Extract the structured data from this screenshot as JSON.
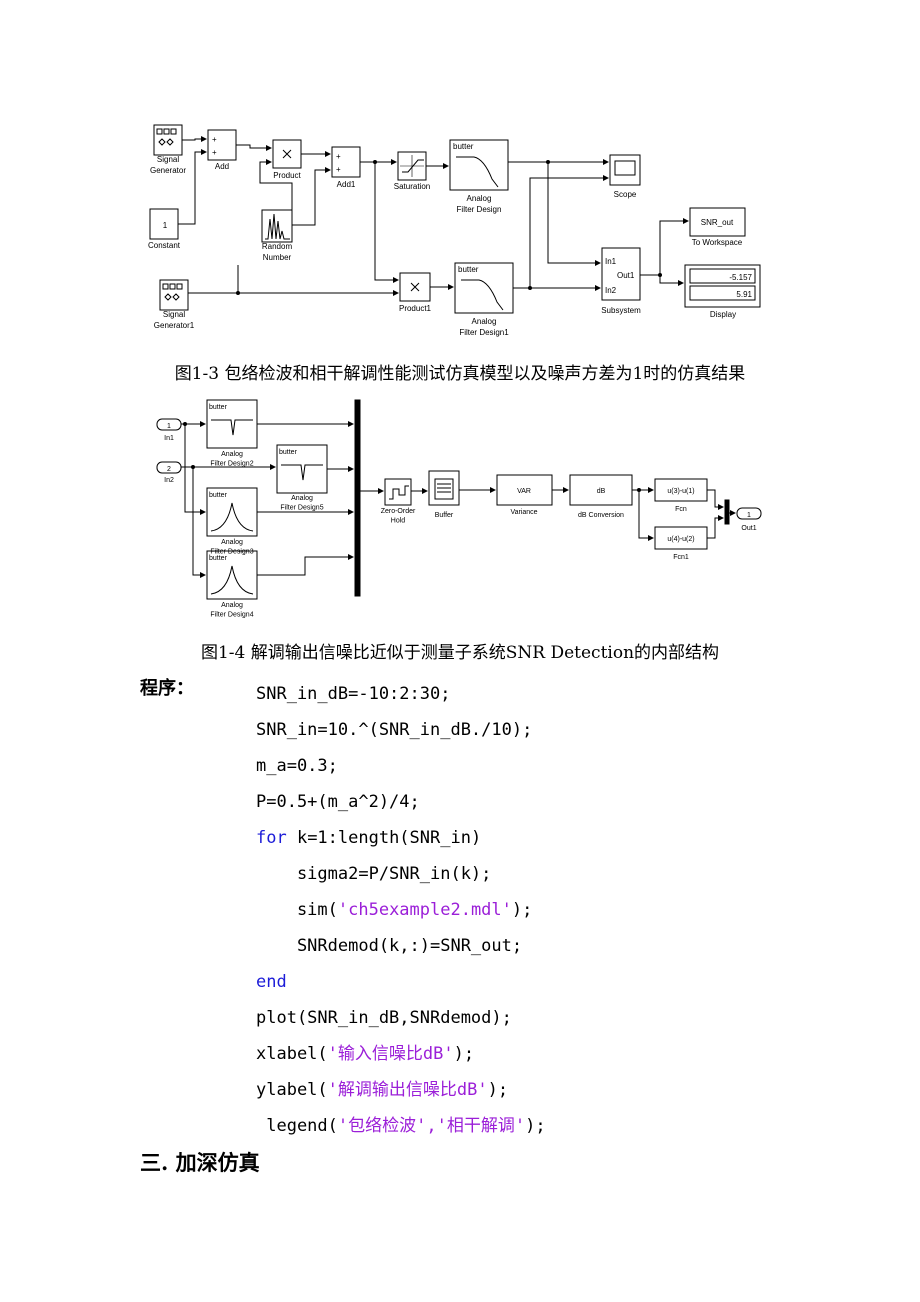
{
  "figure1": {
    "blocks": {
      "signal_generator": "Signal\nGenerator",
      "constant": "Constant",
      "constant_value": "1",
      "signal_generator1": "Signal\nGenerator1",
      "add": "Add",
      "product": "Product",
      "random_number": "Random\nNumber",
      "add1": "Add1",
      "saturation": "Saturation",
      "filter1_header": "butter",
      "filter1": "Analog\nFilter Design",
      "scope": "Scope",
      "to_workspace_value": "SNR_out",
      "to_workspace": "To Workspace",
      "product1": "Product1",
      "filter2_header": "butter",
      "filter2": "Analog\nFilter Design1",
      "subsystem": "Subsystem",
      "subsystem_in1": "In1",
      "subsystem_in2": "In2",
      "subsystem_out1": "Out1",
      "display": "Display",
      "display_value1": "-5.157",
      "display_value2": "5.91"
    }
  },
  "caption1": "图1-3 包络检波和相干解调性能测试仿真模型以及噪声方差为1时的仿真结果",
  "figure2": {
    "blocks": {
      "in1_num": "1",
      "in1": "In1",
      "in2_num": "2",
      "in2": "In2",
      "filter2_header": "butter",
      "filter2": "Analog\nFilter Design2",
      "filter5_header": "butter",
      "filter5": "Analog\nFilter Design5",
      "filter3_header": "butter",
      "filter3": "Analog\nFilter Design3",
      "filter4_header": "butter",
      "filter4": "Analog\nFilter Design4",
      "zoh": "Zero-Order\nHold",
      "buffer": "Buffer",
      "variance_value": "VAR",
      "variance": "Variance",
      "db_value": "dB",
      "db_conversion": "dB Conversion",
      "fcn_value": "u(3)-u(1)",
      "fcn": "Fcn",
      "fcn1_value": "u(4)-u(2)",
      "fcn1": "Fcn1",
      "out1_num": "1",
      "out1": "Out1"
    }
  },
  "caption2": "图1-4 解调输出信噪比近似于测量子系统SNR Detection的内部结构",
  "code_label": "程序：",
  "code_lines": [
    [
      {
        "t": "SNR_in_dB=-10:2:30;",
        "c": "plain"
      }
    ],
    [
      {
        "t": "SNR_in=10.^(SNR_in_dB./10);",
        "c": "plain"
      }
    ],
    [
      {
        "t": "m_a=0.3;",
        "c": "plain"
      }
    ],
    [
      {
        "t": "P=0.5+(m_a^2)/4;",
        "c": "plain"
      }
    ],
    [
      {
        "t": "for",
        "c": "kw"
      },
      {
        "t": " k=1:length(SNR_in)",
        "c": "plain"
      }
    ],
    [
      {
        "t": "    sigma2=P/SNR_in(k);",
        "c": "plain"
      }
    ],
    [
      {
        "t": "    sim(",
        "c": "plain"
      },
      {
        "t": "'ch5example2.mdl'",
        "c": "str"
      },
      {
        "t": ");",
        "c": "plain"
      }
    ],
    [
      {
        "t": "    SNRdemod(k,:)=SNR_out;",
        "c": "plain"
      }
    ],
    [
      {
        "t": "end",
        "c": "kw"
      }
    ],
    [
      {
        "t": "plot(SNR_in_dB,SNRdemod);",
        "c": "plain"
      }
    ],
    [
      {
        "t": "xlabel(",
        "c": "plain"
      },
      {
        "t": "'输入信噪比dB'",
        "c": "str"
      },
      {
        "t": ");",
        "c": "plain"
      }
    ],
    [
      {
        "t": "ylabel(",
        "c": "plain"
      },
      {
        "t": "'解调输出信噪比dB'",
        "c": "str"
      },
      {
        "t": ");",
        "c": "plain"
      }
    ],
    [
      {
        "t": " legend(",
        "c": "plain"
      },
      {
        "t": "'包络检波','相干解调'",
        "c": "str"
      },
      {
        "t": ");",
        "c": "plain"
      }
    ]
  ],
  "section_heading": "三. 加深仿真"
}
